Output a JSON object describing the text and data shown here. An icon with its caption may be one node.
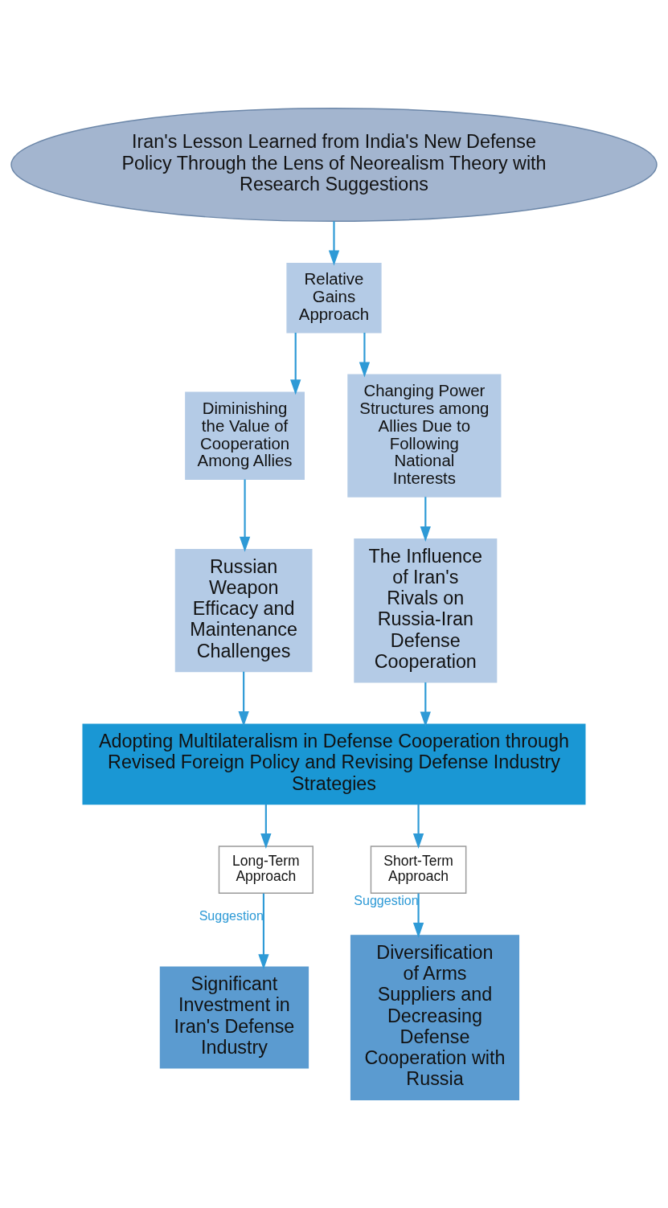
{
  "diagram": {
    "nodes": [
      {
        "text": [
          "Iran's Lesson Learned from India's New Defense Policy Through the Lens of Neorealism Theory with Research Suggestions"
        ]
      },
      {
        "text": [
          "Relative Gains Approach"
        ]
      },
      {
        "text": [
          "Diminishing the Value of Cooperation Among Allies"
        ]
      },
      {
        "text": [
          "Changing Power Structures among Allies Due to Following National Interests"
        ]
      },
      {
        "text": [
          "Russian Weapon Efficacy and Maintenance Challenges"
        ]
      },
      {
        "text": [
          "The Influence of Iran's Rivals on Russia-Iran Defense Cooperation"
        ]
      },
      {
        "text": [
          "Adopting Multilateralism in Defense Cooperation through Revised Foreign Policy and Revising Defense Industry Strategies"
        ]
      },
      {
        "text": [
          "Long-Term Approach"
        ]
      },
      {
        "text": [
          "Short-Term Approach"
        ]
      },
      {
        "text": [
          "Significant Investment in Iran's Defense Industry"
        ]
      },
      {
        "text": [
          "Diversification of Arms Suppliers and Decreasing Defense Cooperation with Russia"
        ]
      }
    ],
    "edges": [
      {
        "from": 0,
        "to": 1,
        "arrow": "to"
      },
      {
        "from": 1,
        "to": 2,
        "arrow": "to"
      },
      {
        "from": 1,
        "to": 3,
        "arrow": "to"
      },
      {
        "from": 2,
        "to": 4,
        "arrow": "to"
      },
      {
        "from": 3,
        "to": 5,
        "arrow": "to"
      },
      {
        "from": 4,
        "to": 6,
        "arrow": "to"
      },
      {
        "from": 5,
        "to": 6,
        "arrow": "to"
      },
      {
        "from": 6,
        "to": 7,
        "arrow": "to"
      },
      {
        "from": 6,
        "to": 8,
        "arrow": "to"
      },
      {
        "from": 7,
        "to": 9,
        "label": "Suggestion",
        "arrow": "to"
      },
      {
        "from": 8,
        "to": 10,
        "label": "Suggestion",
        "arrow": "to"
      }
    ]
  }
}
